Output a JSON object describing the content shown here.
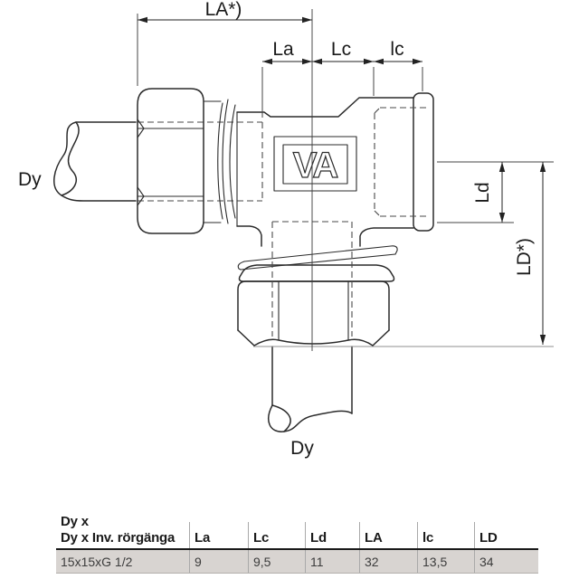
{
  "drawing": {
    "logo_text": "VA",
    "labels": {
      "la_star": "LA*)",
      "la": "La",
      "lc_upper": "Lc",
      "lc_lower": "lc",
      "ld": "Ld",
      "ld_star": "LD*)",
      "dy_left": "Dy",
      "dy_bottom": "Dy"
    }
  },
  "table": {
    "header_line1": "Dy x",
    "headers": [
      "Dy x Inv. rörgänga",
      "La",
      "Lc",
      "Ld",
      "LA",
      "lc",
      "LD"
    ],
    "row": [
      "15x15xG 1/2",
      "9",
      "9,5",
      "11",
      "32",
      "13,5",
      "34"
    ]
  },
  "colors": {
    "line": "#2b2b2b",
    "hidden_line": "#4a4a4a",
    "extension_gray": "#8f8f8f",
    "table_row_bg": "#d8d4d1",
    "table_header_rule": "#1a1a1a"
  }
}
